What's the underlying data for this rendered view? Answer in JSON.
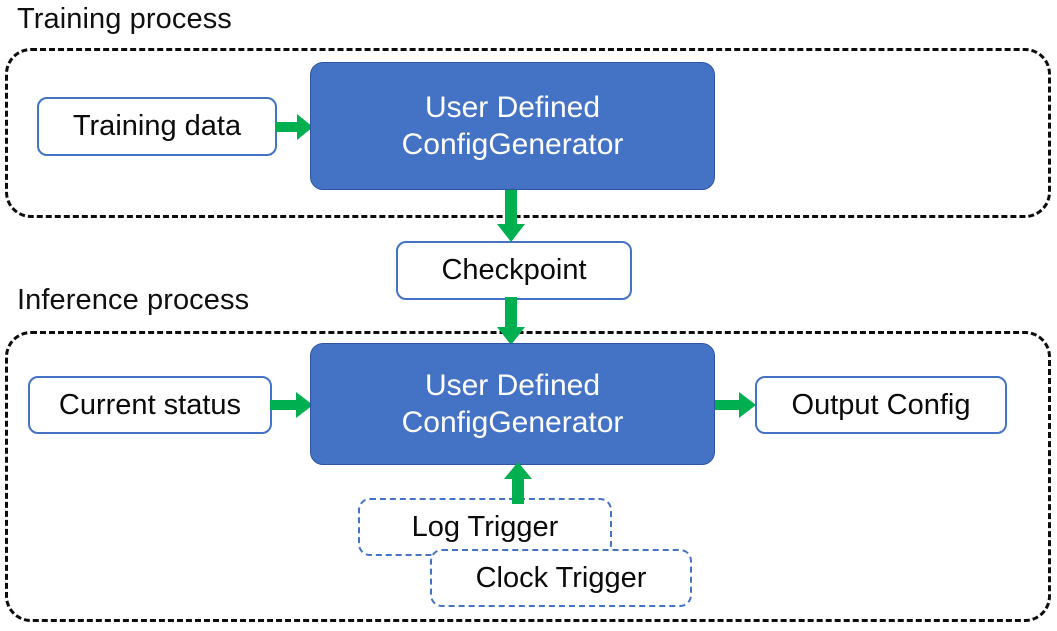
{
  "diagram": {
    "title": "Training process / Inference process pipeline",
    "colors": {
      "process_blue": "#4472C4",
      "arrow_green": "#00B050",
      "box_outline_blue": "#4472C4",
      "group_outline_black": "#0d0d0d",
      "background": "#FFFFFF",
      "text_dark": "#0B0B0B",
      "text_light": "#FFFFFF"
    },
    "sections": [
      {
        "id": "training",
        "label": "Training process"
      },
      {
        "id": "inference",
        "label": "Inference process"
      }
    ],
    "nodes": {
      "training_data": {
        "label": "Training data",
        "style": "solid-outline"
      },
      "train_generator": {
        "line1": "User Defined",
        "line2": "ConfigGenerator",
        "style": "filled-blue"
      },
      "checkpoint": {
        "label": "Checkpoint",
        "style": "solid-outline"
      },
      "current_status": {
        "label": "Current status",
        "style": "solid-outline"
      },
      "infer_generator": {
        "line1": "User Defined",
        "line2": "ConfigGenerator",
        "style": "filled-blue"
      },
      "output_config": {
        "label": "Output Config",
        "style": "solid-outline"
      },
      "log_trigger": {
        "label": "Log Trigger",
        "style": "dashed-outline"
      },
      "clock_trigger": {
        "label": "Clock Trigger",
        "style": "dashed-outline"
      }
    },
    "arrows": [
      {
        "id": "training-data-to-generator",
        "from": "training_data",
        "to": "train_generator",
        "direction": "right"
      },
      {
        "id": "generator-to-checkpoint",
        "from": "train_generator",
        "to": "checkpoint",
        "direction": "down"
      },
      {
        "id": "checkpoint-to-generator",
        "from": "checkpoint",
        "to": "infer_generator",
        "direction": "down"
      },
      {
        "id": "status-to-generator",
        "from": "current_status",
        "to": "infer_generator",
        "direction": "right"
      },
      {
        "id": "generator-to-output",
        "from": "infer_generator",
        "to": "output_config",
        "direction": "right"
      },
      {
        "id": "trigger-to-generator",
        "from": "log_trigger",
        "to": "infer_generator",
        "direction": "up"
      }
    ]
  }
}
